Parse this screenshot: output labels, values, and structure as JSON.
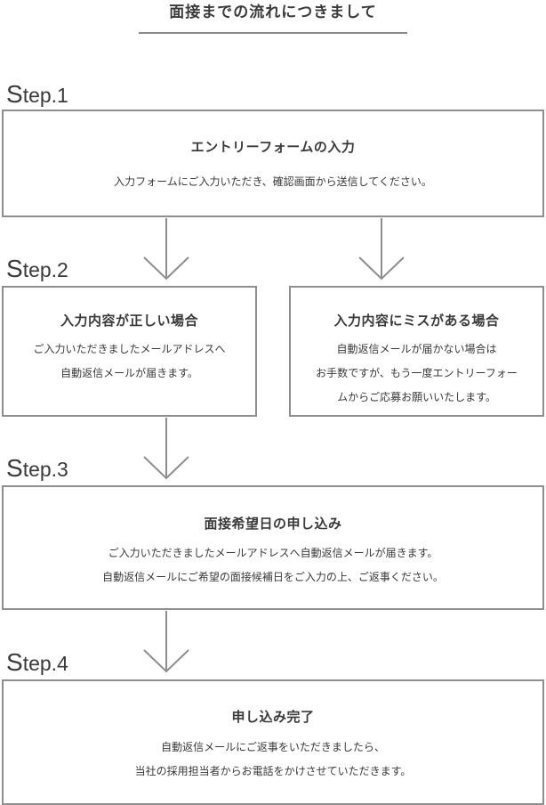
{
  "heading": "面接までの流れにつきまして",
  "steps": [
    {
      "label_s": "S",
      "label_rest": "tep.1"
    },
    {
      "label_s": "S",
      "label_rest": "tep.2"
    },
    {
      "label_s": "S",
      "label_rest": "tep.3"
    },
    {
      "label_s": "S",
      "label_rest": "tep.4"
    }
  ],
  "step1": {
    "title": "エントリーフォームの入力",
    "lines": [
      "入力フォームにご入力いただき、確認画面から送信してください。"
    ]
  },
  "step2": {
    "correct": {
      "title": "入力内容が正しい場合",
      "lines": [
        "ご入力いただきましたメールアドレスへ",
        "自動返信メールが届きます。"
      ]
    },
    "mistake": {
      "title": "入力内容にミスがある場合",
      "lines": [
        "自動返信メールが届かない場合は",
        "お手数ですが、もう一度エントリーフォー",
        "ムからご応募お願いいたします。"
      ]
    }
  },
  "step3": {
    "title": "面接希望日の申し込み",
    "lines": [
      "ご入力いただきましたメールアドレスへ自動返信メールが届きます。",
      "自動返信メールにご希望の面接候補日をご入力の上、ご返事ください。"
    ]
  },
  "step4": {
    "title": "申し込み完了",
    "lines": [
      "自動返信メールにご返事をいただきましたら、",
      "当社の採用担当者からお電話をかけさせていただきます。"
    ]
  },
  "colors": {
    "border": "#8e8e8e",
    "arrow": "#8e8e8e",
    "text": "#3a3a3a"
  }
}
